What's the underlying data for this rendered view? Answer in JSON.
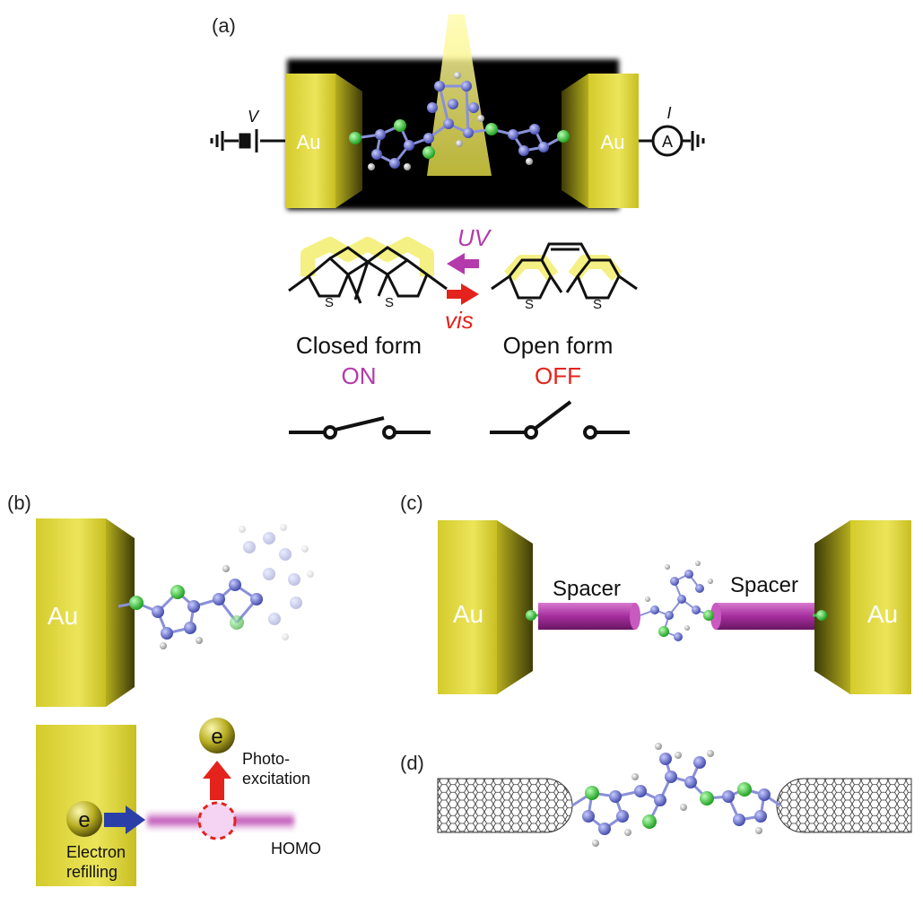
{
  "panels": {
    "a": {
      "letter": "(a)",
      "electrode_left": "Au",
      "electrode_right": "Au",
      "voltage_label": "V",
      "current_label": "I",
      "ammeter_symbol": "A",
      "uv_label": "UV",
      "vis_label": "vis",
      "sulfur_label": "S",
      "closed": {
        "name": "Closed form",
        "state": "ON"
      },
      "open": {
        "name": "Open form",
        "state": "OFF"
      }
    },
    "b": {
      "letter": "(b)",
      "electrode": "Au",
      "electron": "e",
      "photoexcitation_line1": "Photo-",
      "photoexcitation_line2": "excitation",
      "refilling_line1": "Electron",
      "refilling_line2": "refilling",
      "homo": "HOMO"
    },
    "c": {
      "letter": "(c)",
      "electrode_left": "Au",
      "electrode_right": "Au",
      "spacer_left": "Spacer",
      "spacer_right": "Spacer"
    },
    "d": {
      "letter": "(d)"
    }
  },
  "colors": {
    "gold": "#e2d836",
    "gold_dark": "#6c6a12",
    "carbon": "#6a72c8",
    "sulfur": "#39c93a",
    "spacer": "#b43aac",
    "uv": "#b43aac",
    "vis": "#e3231c",
    "on": "#b43aac",
    "off": "#e3231c",
    "blue_arrow": "#2b3fa8",
    "red_arrow": "#e3231c"
  }
}
